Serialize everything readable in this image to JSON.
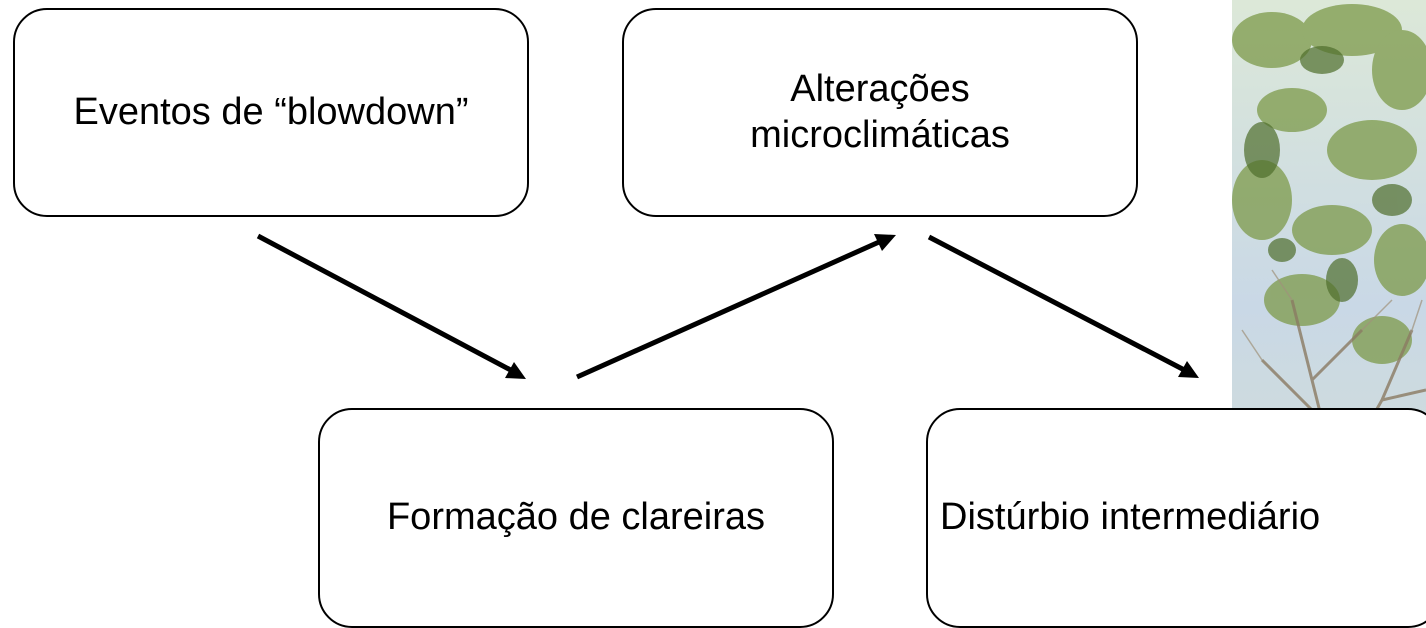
{
  "diagram": {
    "nodes": [
      {
        "id": "n1",
        "label": "Eventos de “blowdown”"
      },
      {
        "id": "n2",
        "label_line1": "Alterações",
        "label_line2": "microclimáticas"
      },
      {
        "id": "n3",
        "label": "Formação de clareiras"
      },
      {
        "id": "n4",
        "label": "Distúrbio intermediário"
      }
    ],
    "edges": [
      {
        "from": "Eventos de “blowdown”",
        "to": "Formação de clareiras"
      },
      {
        "from": "Formação de clareiras",
        "to": "Alterações microclimáticas"
      },
      {
        "from": "Alterações microclimáticas",
        "to": "Distúrbio intermediário"
      }
    ],
    "colors": {
      "line": "#000000",
      "box_border": "#000000",
      "background": "#ffffff"
    },
    "background_image": "tree-canopy-photo"
  }
}
